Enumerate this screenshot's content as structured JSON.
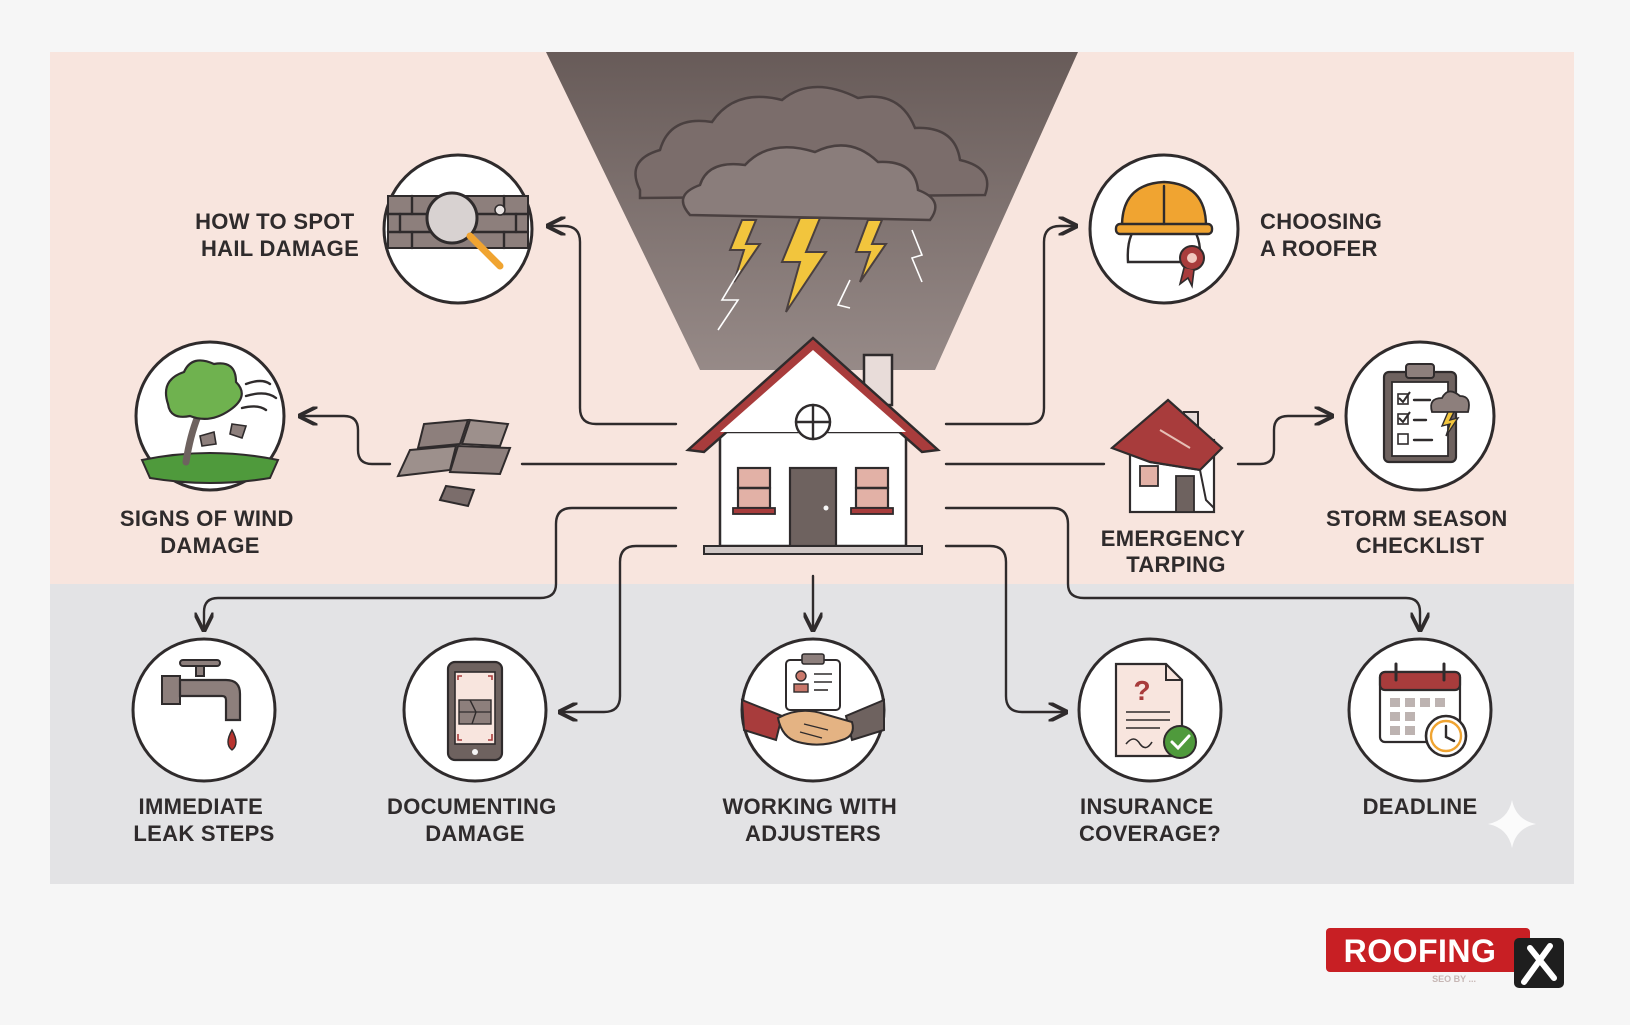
{
  "topics": {
    "hail_damage": [
      "HOW TO SPOT",
      "HAIL DAMAGE"
    ],
    "choosing_roofer": [
      "CHOOSING",
      "A ROOFER"
    ],
    "wind_damage": [
      "SIGNS OF WIND",
      "DAMAGE"
    ],
    "emergency_tarping": [
      "EMERGENCY",
      "TARPING"
    ],
    "storm_checklist": [
      "STORM SEASON",
      "CHECKLIST"
    ],
    "leak_steps": [
      "IMMEDIATE",
      "LEAK STEPS"
    ],
    "documenting_damage": [
      "DOCUMENTING",
      "DAMAGE"
    ],
    "adjusters": [
      "WORKING WITH",
      "ADJUSTERS"
    ],
    "insurance": [
      "INSURANCE",
      "COVERAGE?"
    ],
    "deadline": [
      "DEADLINE"
    ]
  },
  "icons": {
    "hail_damage": "magnifier-shingles-icon",
    "choosing_roofer": "hard-hat-badge-icon",
    "wind_damage": "tree-wind-icon",
    "emergency_tarping": "tarped-house-icon",
    "storm_checklist": "clipboard-checklist-icon",
    "leak_steps": "faucet-drip-icon",
    "documenting_damage": "phone-camera-icon",
    "adjusters": "handshake-clipboard-icon",
    "insurance": "policy-document-check-icon",
    "deadline": "calendar-clock-icon"
  },
  "logo": {
    "wordmark": "ROOFING",
    "tagline": "SEO BY ..."
  },
  "colors": {
    "sky_panel": "#f8e5de",
    "ground_panel": "#e3e3e5",
    "storm_beam": "#6e625f",
    "roof": "#a83c3c",
    "lightning": "#f2c53d",
    "hard_hat": "#f0a431",
    "accent_green": "#4f9a3c",
    "ink": "#2f2b2c",
    "logo_red": "#c81f24"
  }
}
